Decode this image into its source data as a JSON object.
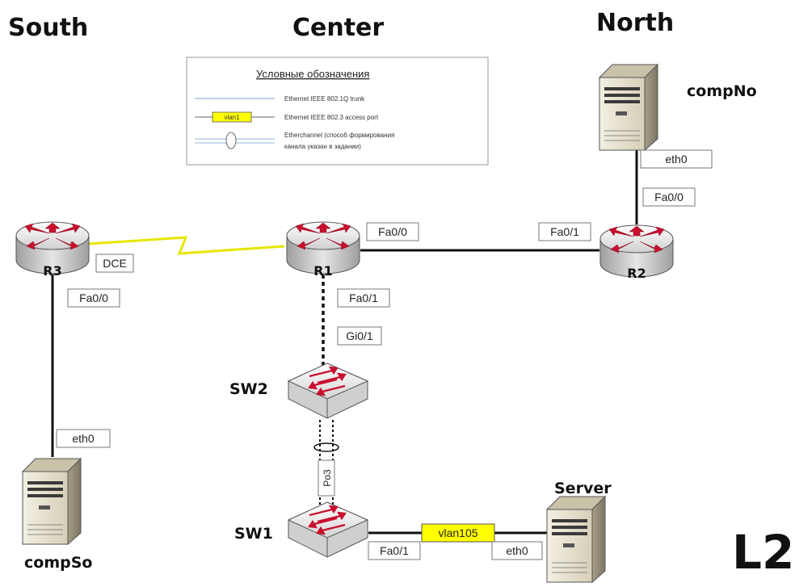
{
  "regions": {
    "south": "South",
    "center": "Center",
    "north": "North"
  },
  "legend": {
    "title": "Условные обозначения",
    "items": [
      "Ethernet IEEE 802.1Q trunk",
      "Ethernet IEEE 802.3 access port",
      "Etherchannel (способ формирования",
      "канала указан в задании)"
    ],
    "sample_vlan": "vlan1"
  },
  "devices": {
    "R1": "R1",
    "R2": "R2",
    "R3": "R3",
    "SW1": "SW1",
    "SW2": "SW2",
    "compNo": "compNo",
    "compSo": "compSo",
    "Server": "Server"
  },
  "ports": {
    "r1_fa00": "Fa0/0",
    "r2_fa01": "Fa0/1",
    "r2_fa00": "Fa0/0",
    "compno_eth0": "eth0",
    "r3_dce": "DCE",
    "r3_fa00": "Fa0/0",
    "compso_eth0": "eth0",
    "r1_fa01": "Fa0/1",
    "sw2_gi01": "Gi0/1",
    "po3": "Po3",
    "sw1_fa01": "Fa0/1",
    "vlan105": "vlan105",
    "server_eth0": "eth0"
  },
  "tag": "L2",
  "colors": {
    "router_red": "#c8102e",
    "router_body": "#d9d9d9",
    "server_body": "#e8e2cf",
    "serial_link": "#e6e600",
    "vlan_highlight": "#ffff00"
  }
}
